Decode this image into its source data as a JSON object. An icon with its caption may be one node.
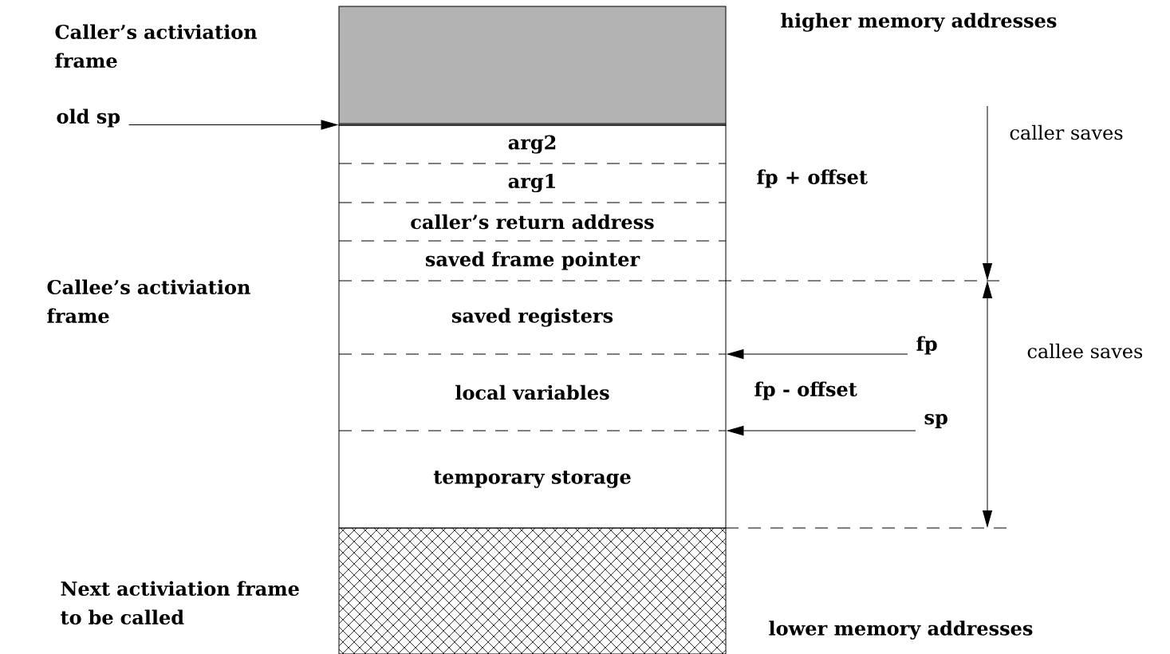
{
  "diagram": {
    "nodes": [
      {
        "text": [],
        "shape": "box"
      },
      {
        "text": [
          "old sp"
        ]
      },
      {
        "text": [],
        "shape": "box"
      },
      {
        "text": [
          "arg2"
        ],
        "in": 2
      },
      {
        "text": [
          "arg1"
        ],
        "in": 2
      },
      {
        "text": [
          "caller’s return address"
        ],
        "in": 2
      },
      {
        "text": [
          "saved frame pointer"
        ],
        "in": 2
      },
      {
        "text": [
          "saved registers"
        ],
        "in": 2
      },
      {
        "text": [
          "local variables"
        ],
        "in": 2
      },
      {
        "text": [
          "temporary storage"
        ],
        "in": 2
      },
      {
        "text": [
          "fp"
        ]
      },
      {
        "text": [
          "sp"
        ]
      },
      {
        "text": [],
        "shape": "box",
        "beside": [
          "Next activiation frame to be called"
        ]
      }
    ],
    "edges": [
      {
        "from": 1,
        "to": 2,
        "arrow": "to"
      },
      {
        "from": 10,
        "to": 2,
        "arrow": "to"
      },
      {
        "from": 11,
        "to": 2,
        "arrow": "to"
      }
    ],
    "labels": [
      "Caller’s activiation frame",
      "higher memory addresses",
      "fp + offset",
      "caller saves",
      "Callee’s activiation frame",
      "callee saves",
      "fp - offset",
      "lower memory addresses"
    ]
  }
}
